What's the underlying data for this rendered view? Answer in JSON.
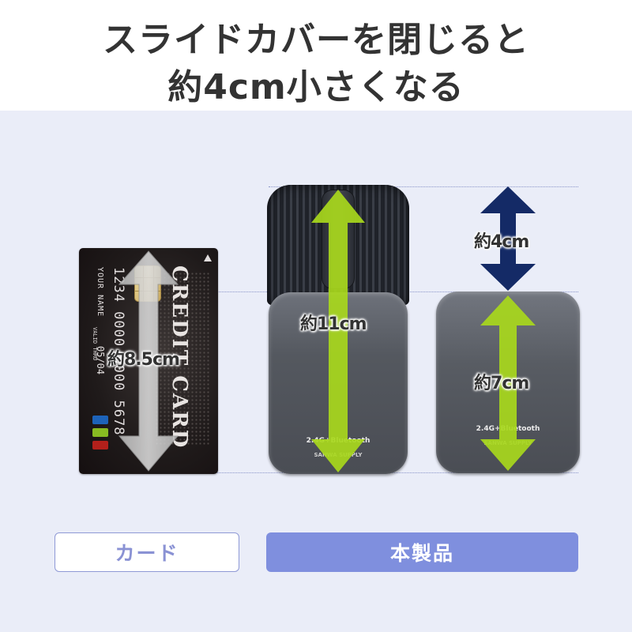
{
  "header": {
    "title_line1": "スライドカバーを閉じると",
    "title_line2": "約4cm小さくなる"
  },
  "card": {
    "brand": "CREDIT CARD",
    "number": "1234 0000 0000 5678",
    "holder": "YOUR NAME",
    "valid_label": "VALID THRU",
    "expiry": "05/04",
    "measurement": "約8.5cm"
  },
  "mouse_open": {
    "print_line1": "2.4G+Bluetooth",
    "print_line2": "SANWA SUPPLY",
    "measurement": "約11cm"
  },
  "mouse_closed": {
    "print_line1": "2.4G+Bluetooth",
    "print_line2": "SANWA SUPPLY",
    "measurement": "約7cm"
  },
  "difference": {
    "measurement": "約4cm"
  },
  "bottom_labels": {
    "card": "カード",
    "product": "本製品"
  },
  "colors": {
    "background": "#eaedf8",
    "lime_arrow": "#a8d81c",
    "navy_arrow": "#142a66",
    "gray_arrow": "#c8c8c8",
    "product_label": "#7f8fde",
    "card_label_border": "#8f99d6"
  },
  "icons": [
    "double-arrow-icon"
  ]
}
